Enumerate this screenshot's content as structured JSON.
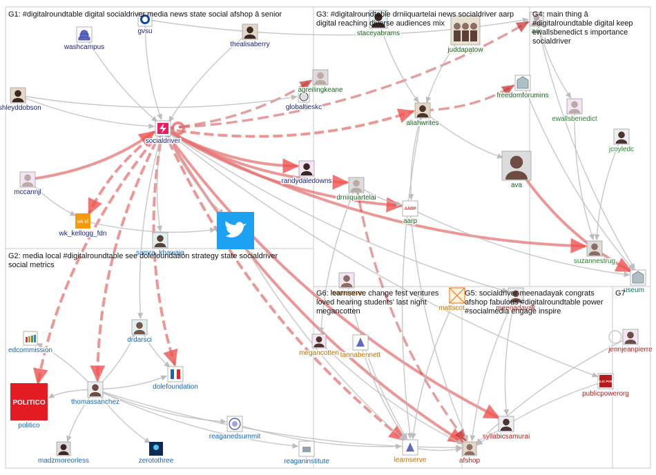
{
  "colors": {
    "G1": "#1a237e",
    "G2": "#1565c0",
    "G3": "#1b5e20",
    "G4": "#2e7d32",
    "G5": "#b71c1c",
    "G6": "#bf6f00",
    "G7": "#00796b",
    "edge_gray": "#bdbdbd",
    "edge_red": "#e57373",
    "edge_darkred": "#c62828",
    "twitter_blue": "#1da1f2",
    "politico_red": "#e31b23",
    "box_border": "#c8c8c8"
  },
  "groups": [
    {
      "id": "G1",
      "label_lines": [
        "G1: #digitalroundtable digital socialdriver media news state social afshop â senior"
      ]
    },
    {
      "id": "G2",
      "label_lines": [
        "G2: media local #digitalroundtable see dolefoundation strategy state socialdriver",
        "social metrics"
      ]
    },
    {
      "id": "G3",
      "label_lines": [
        "G3: #digitalroundtable drniiquartelai news socialdriver aarp",
        "digital reaching diverse audiences mix"
      ]
    },
    {
      "id": "G4",
      "label_lines": [
        "G4: main thing â",
        "#digitalroundtable digital keep",
        "ewallsbenedict s importance",
        "socialdriver"
      ]
    },
    {
      "id": "G5",
      "label_lines": [
        "G5: socialdriver meenadayak congrats",
        "afshop fabulous #digitalroundtable power",
        "#socialmedia engage inspire"
      ]
    },
    {
      "id": "G6",
      "label_lines": [
        "G6: learnserve change fest ventures",
        "loved hearing students' last night",
        "megancotten"
      ]
    },
    {
      "id": "G7",
      "label_lines": [
        "G7"
      ]
    }
  ],
  "nodes": [
    {
      "id": "washcampus",
      "label": "washcampus",
      "group": "G1",
      "icon": "capitol-icon"
    },
    {
      "id": "gvsu",
      "label": "gvsu",
      "group": "G1",
      "icon": "shield-icon"
    },
    {
      "id": "thealisaberry",
      "label": "thealisaberry",
      "group": "G1",
      "icon": "avatar-icon"
    },
    {
      "id": "ashleyddobson",
      "label": "ashleyddobson",
      "group": "G1",
      "icon": "avatar-icon"
    },
    {
      "id": "socialdriver",
      "label": "socialdriver",
      "group": "G1",
      "icon": "socialdriver-logo-icon"
    },
    {
      "id": "globaltieskc",
      "label": "globaltieskc",
      "group": "G1",
      "icon": "globe-icon"
    },
    {
      "id": "randydaledowns",
      "label": "randydaledowns",
      "group": "G1",
      "icon": "avatar-icon"
    },
    {
      "id": "mccannjl",
      "label": "mccannjl",
      "group": "G1",
      "icon": "avatar-icon"
    },
    {
      "id": "wk_kellogg_fdn",
      "label": "wk_kellogg_fdn",
      "group": "G1",
      "icon": "wkkf-logo-icon",
      "logo_text": "wk kf"
    },
    {
      "id": "twitter",
      "label": "",
      "group": "G1",
      "icon": "twitter-bird-icon"
    },
    {
      "id": "samra_khawaja",
      "label": "samra_khawaja",
      "group": "G2",
      "icon": "avatar-icon"
    },
    {
      "id": "edcommission",
      "label": "edcommission",
      "group": "G2",
      "icon": "bar-chart-icon"
    },
    {
      "id": "drdarsci",
      "label": "drdarsci",
      "group": "G2",
      "icon": "avatar-icon"
    },
    {
      "id": "politico",
      "label": "politico",
      "group": "G2",
      "icon": "politico-logo-icon",
      "logo_text": "POLITICO"
    },
    {
      "id": "thomassanchez",
      "label": "thomassanchez",
      "group": "G2",
      "icon": "avatar-icon"
    },
    {
      "id": "dolefoundation",
      "label": "dolefoundation",
      "group": "G2",
      "icon": "dole-logo-icon"
    },
    {
      "id": "madzmoreorless",
      "label": "madzmoreorless",
      "group": "G2",
      "icon": "avatar-icon"
    },
    {
      "id": "zerotothree",
      "label": "zerotothree",
      "group": "G2",
      "icon": "zerotothree-logo-icon"
    },
    {
      "id": "reaganedsummit",
      "label": "reaganedsummit",
      "group": "G2",
      "icon": "seal-icon"
    },
    {
      "id": "reaganinstitute",
      "label": "reaganinstitute",
      "group": "G2",
      "icon": "institute-logo-icon"
    },
    {
      "id": "staceyabrams",
      "label": "staceyabrams",
      "group": "G3",
      "icon": "avatar-icon"
    },
    {
      "id": "juddapatow",
      "label": "juddapatow",
      "group": "G3",
      "icon": "group-photo-icon"
    },
    {
      "id": "agreilingkeane",
      "label": "agreilingkeane",
      "group": "G3",
      "icon": "avatar-icon"
    },
    {
      "id": "aliahwrites",
      "label": "aliahwrites",
      "group": "G3",
      "icon": "avatar-icon"
    },
    {
      "id": "drniiquartelai",
      "label": "drniiquartelai",
      "group": "G3",
      "icon": "avatar-icon"
    },
    {
      "id": "aarp",
      "label": "aarp",
      "group": "G3",
      "icon": "aarp-logo-icon",
      "logo_text": "AARP"
    },
    {
      "id": "freedomforumins",
      "label": "freedomforumins",
      "group": "G3",
      "icon": "building-icon"
    },
    {
      "id": "ava",
      "label": "ava",
      "group": "G3",
      "icon": "avatar-icon"
    },
    {
      "id": "aarpfl",
      "label": "aar",
      "group": "G4",
      "icon": "avatar-icon"
    },
    {
      "id": "ewallsbenedict",
      "label": "ewallsbenedict",
      "group": "G4",
      "icon": "avatar-icon"
    },
    {
      "id": "jcoyledc",
      "label": "jcoyledc",
      "group": "G4",
      "icon": "avatar-icon"
    },
    {
      "id": "suzannestrug",
      "label": "suzannestrug",
      "group": "G4",
      "icon": "avatar-icon"
    },
    {
      "id": "learnserve_top",
      "label": "learnserve",
      "group": "G6",
      "icon": "avatar-icon"
    },
    {
      "id": "mattscott",
      "label": "mattscot",
      "group": "G6",
      "icon": "broken-image-icon"
    },
    {
      "id": "megancotten",
      "label": "megancotten",
      "group": "G6",
      "icon": "avatar-icon"
    },
    {
      "id": "tannabennett",
      "label": "tannabennett",
      "group": "G6",
      "icon": "logo-icon"
    },
    {
      "id": "learnserve",
      "label": "learnserve",
      "group": "G6",
      "icon": "logo-icon"
    },
    {
      "id": "meenadayak",
      "label": "meenadayak",
      "group": "G5",
      "icon": "avatar-icon"
    },
    {
      "id": "syllabicsamurai",
      "label": "syllabicsamurai",
      "group": "G5",
      "icon": "avatar-icon"
    },
    {
      "id": "afshop",
      "label": "afshop",
      "group": "G5",
      "icon": "avatar-icon"
    },
    {
      "id": "publicpowerorg",
      "label": "publicpowerorg",
      "group": "G5",
      "icon": "publicpower-logo-icon",
      "logo_text": "PUBLIC POWER"
    },
    {
      "id": "jennjeanpierre",
      "label": "jennjeanpierre",
      "group": "G5",
      "icon": "avatar-icon"
    },
    {
      "id": "museum",
      "label": "useum",
      "group": "G7",
      "icon": "building-icon"
    }
  ],
  "edges": [
    {
      "from": "mccannjl",
      "to": "socialdriver",
      "style": "red"
    },
    {
      "from": "socialdriver",
      "to": "wk_kellogg_fdn",
      "style": "red-dash"
    },
    {
      "from": "socialdriver",
      "to": "politico",
      "style": "red-dash"
    },
    {
      "from": "socialdriver",
      "to": "thomassanchez",
      "style": "red-dash"
    },
    {
      "from": "socialdriver",
      "to": "dolefoundation",
      "style": "red-dash"
    },
    {
      "from": "socialdriver",
      "to": "randydaledowns",
      "style": "red"
    },
    {
      "from": "socialdriver",
      "to": "drniiquartelai",
      "style": "red"
    },
    {
      "from": "socialdriver",
      "to": "aarp",
      "style": "red"
    },
    {
      "from": "socialdriver",
      "to": "aliahwrites",
      "style": "red-dash"
    },
    {
      "from": "socialdriver",
      "to": "agreilingkeane",
      "style": "darkred-dash"
    },
    {
      "from": "socialdriver",
      "to": "aarpfl",
      "style": "darkred-dash"
    },
    {
      "from": "socialdriver",
      "to": "learnserve",
      "style": "red-dash"
    },
    {
      "from": "socialdriver",
      "to": "afshop",
      "style": "red"
    },
    {
      "from": "socialdriver",
      "to": "syllabicsamurai",
      "style": "red"
    },
    {
      "from": "socialdriver",
      "to": "suzannestrug",
      "style": "red"
    },
    {
      "from": "aliahwrites",
      "to": "freedomforumins",
      "style": "darkred-dash"
    },
    {
      "from": "drniiquartelai",
      "to": "afshop",
      "style": "darkred-dash"
    },
    {
      "from": "ava",
      "to": "museum",
      "style": "red"
    },
    {
      "from": "washcampus",
      "to": "socialdriver",
      "style": "gray"
    },
    {
      "from": "gvsu",
      "to": "socialdriver",
      "style": "gray"
    },
    {
      "from": "thealisaberry",
      "to": "socialdriver",
      "style": "gray"
    },
    {
      "from": "ashleyddobson",
      "to": "socialdriver",
      "style": "gray"
    },
    {
      "from": "ashleyddobson",
      "to": "globaltieskc",
      "style": "gray"
    },
    {
      "from": "socialdriver",
      "to": "twitter",
      "style": "gray"
    },
    {
      "from": "socialdriver",
      "to": "samra_khawaja",
      "style": "gray"
    },
    {
      "from": "socialdriver",
      "to": "drdarsci",
      "style": "gray"
    },
    {
      "from": "wk_kellogg_fdn",
      "to": "twitter",
      "style": "gray"
    },
    {
      "from": "mccannjl",
      "to": "wk_kellogg_fdn",
      "style": "gray"
    },
    {
      "from": "thomassanchez",
      "to": "politico",
      "style": "gray"
    },
    {
      "from": "thomassanchez",
      "to": "madzmoreorless",
      "style": "gray"
    },
    {
      "from": "thomassanchez",
      "to": "zerotothree",
      "style": "gray"
    },
    {
      "from": "thomassanchez",
      "to": "reaganedsummit",
      "style": "gray"
    },
    {
      "from": "thomassanchez",
      "to": "reaganinstitute",
      "style": "gray"
    },
    {
      "from": "thomassanchez",
      "to": "dolefoundation",
      "style": "gray"
    },
    {
      "from": "thomassanchez",
      "to": "drdarsci",
      "style": "gray"
    },
    {
      "from": "thomassanchez",
      "to": "edcommission",
      "style": "gray"
    },
    {
      "from": "thomassanchez",
      "to": "afshop",
      "style": "gray"
    },
    {
      "from": "reaganedsummit",
      "to": "learnserve",
      "style": "gray"
    },
    {
      "from": "drdarsci",
      "to": "dolefoundation",
      "style": "gray"
    },
    {
      "from": "staceyabrams",
      "to": "aliahwrites",
      "style": "gray"
    },
    {
      "from": "juddapatow",
      "to": "aliahwrites",
      "style": "gray"
    },
    {
      "from": "aliahwrites",
      "to": "aarp",
      "style": "gray"
    },
    {
      "from": "aliahwrites",
      "to": "ava",
      "style": "gray"
    },
    {
      "from": "aliahwrites",
      "to": "learnserve",
      "style": "gray"
    },
    {
      "from": "drniiquartelai",
      "to": "aarp",
      "style": "gray"
    },
    {
      "from": "drniiquartelai",
      "to": "megancotten",
      "style": "gray"
    },
    {
      "from": "aarp",
      "to": "afshop",
      "style": "gray"
    },
    {
      "from": "aarp",
      "to": "museum",
      "style": "gray"
    },
    {
      "from": "ewallsbenedict",
      "to": "suzannestrug",
      "style": "gray"
    },
    {
      "from": "jcoyledc",
      "to": "suzannestrug",
      "style": "gray"
    },
    {
      "from": "aarpfl",
      "to": "ewallsbenedict",
      "style": "gray"
    },
    {
      "from": "aarpfl",
      "to": "museum",
      "style": "gray"
    },
    {
      "from": "freedomforumins",
      "to": "museum",
      "style": "gray"
    },
    {
      "from": "meenadayak",
      "to": "afshop",
      "style": "gray"
    },
    {
      "from": "meenadayak",
      "to": "syllabicsamurai",
      "style": "gray"
    },
    {
      "from": "publicpowerorg",
      "to": "afshop",
      "style": "gray"
    },
    {
      "from": "jennjeanpierre",
      "to": "afshop",
      "style": "gray"
    },
    {
      "from": "megancotten",
      "to": "afshop",
      "style": "gray"
    },
    {
      "from": "tannabennett",
      "to": "learnserve",
      "style": "gray"
    },
    {
      "from": "mattscott",
      "to": "learnserve",
      "style": "gray"
    },
    {
      "from": "learnserve_top",
      "to": "learnserve",
      "style": "gray"
    },
    {
      "from": "twitter",
      "to": "learnserve",
      "style": "gray"
    },
    {
      "from": "socialdriver",
      "to": "meenadayak",
      "style": "gray"
    },
    {
      "from": "socialdriver",
      "to": "publicpowerorg",
      "style": "gray"
    },
    {
      "from": "gvsu",
      "to": "aarpfl",
      "style": "gray"
    },
    {
      "from": "globaltieskc",
      "to": "agreilingkeane",
      "style": "gray"
    },
    {
      "from": "learnserve",
      "to": "afshop",
      "style": "gray"
    }
  ]
}
